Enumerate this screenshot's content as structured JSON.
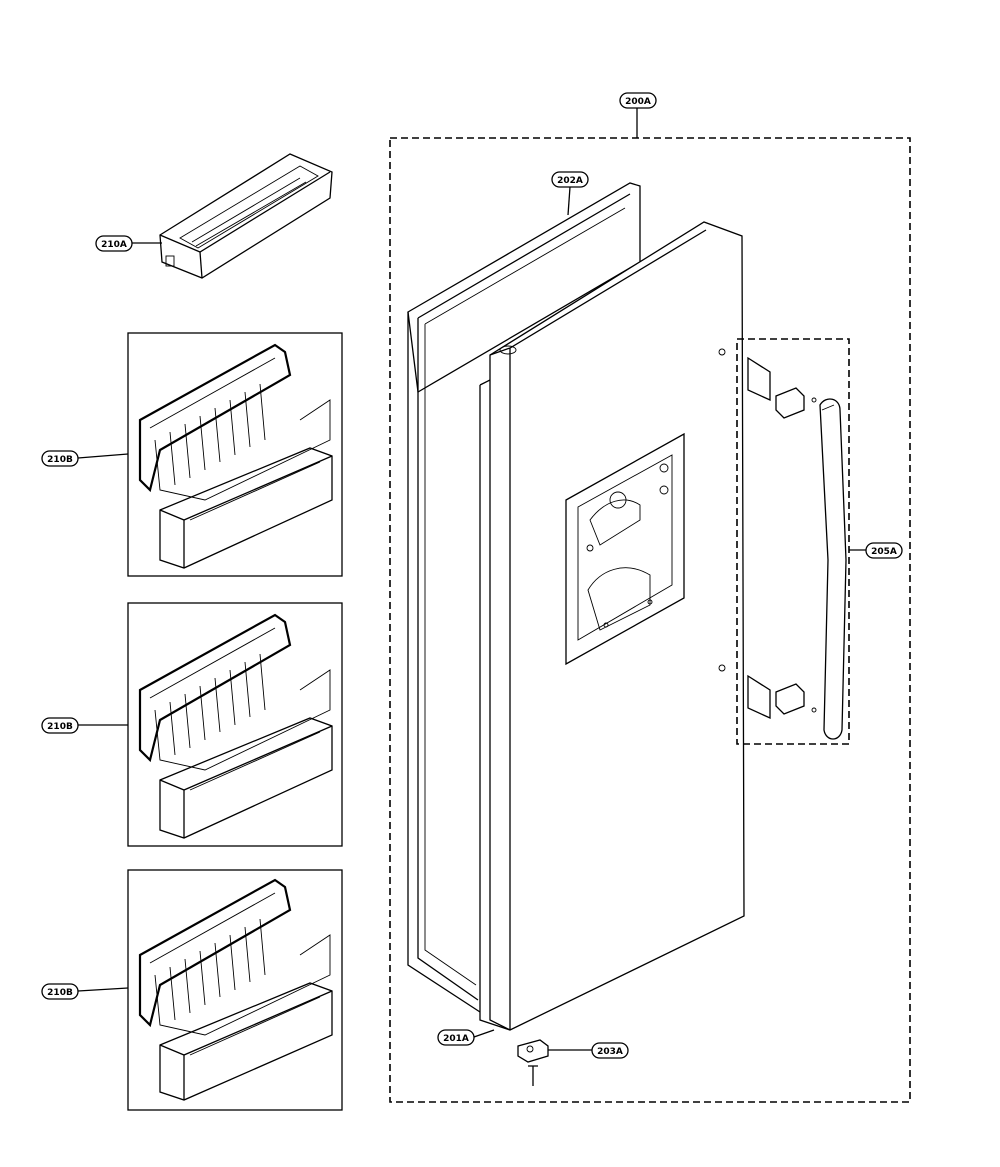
{
  "labels": {
    "door_assembly": "200A",
    "gasket": "202A",
    "door_foam": "201A",
    "hinge": "203A",
    "handle_assembly": "205A",
    "top_basket": "210A",
    "basket_1": "210B",
    "basket_2": "210B",
    "basket_3": "210B"
  }
}
